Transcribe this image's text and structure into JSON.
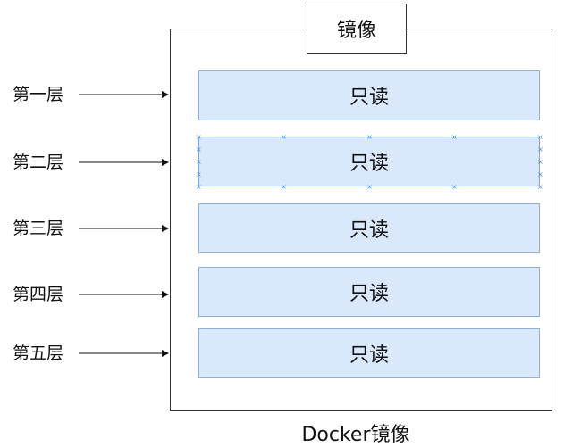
{
  "diagram": {
    "frame_title": "镜像",
    "caption": "Docker镜像",
    "layers": [
      {
        "label": "第一层",
        "content": "只读"
      },
      {
        "label": "第二层",
        "content": "只读"
      },
      {
        "label": "第三层",
        "content": "只读"
      },
      {
        "label": "第四层",
        "content": "只读"
      },
      {
        "label": "第五层",
        "content": "只读"
      }
    ],
    "selected_layer_index": 1,
    "colors": {
      "layer_fill": "#dae8fc",
      "layer_border": "#8eaedc",
      "line": "#333333",
      "selection_handle": "#3b8fd9"
    }
  }
}
